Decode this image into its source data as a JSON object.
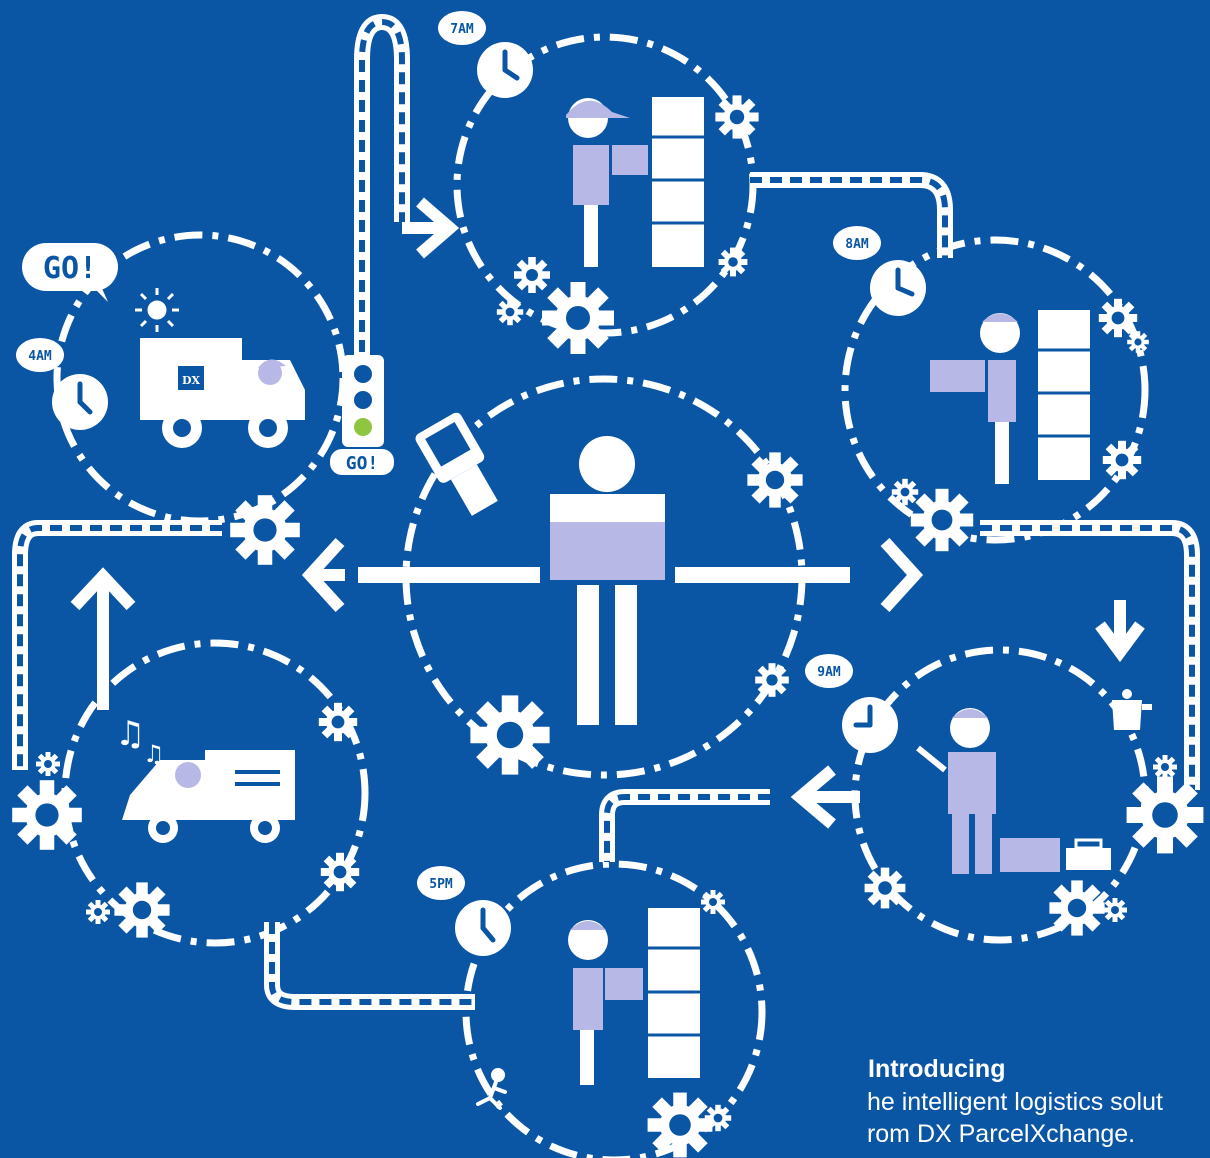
{
  "scene": {
    "time_labels": {
      "t4am": "4AM",
      "t7am": "7AM",
      "t8am": "8AM",
      "t9am": "9AM",
      "t5pm": "5PM"
    },
    "go_bubble": "GO!",
    "traffic_light_label": "GO!",
    "dx_logo_text": "DX",
    "icons": [
      "clock-icon",
      "gear-icon",
      "traffic-light-icon",
      "delivery-truck-icon",
      "van-icon",
      "sun-icon",
      "music-note-icon",
      "handheld-scanner-icon",
      "kettle-icon",
      "toolbox-icon",
      "running-person-icon",
      "arrow-icon"
    ],
    "colors": {
      "background": "#0a56a5",
      "foreground": "#ffffff",
      "accent_lilac": "#b8b8e6",
      "go_green": "#8ec63f"
    }
  },
  "caption": {
    "heading": "Introducing",
    "line1": "the intelligent logistics solut",
    "line2": "from DX ParcelXchange."
  }
}
